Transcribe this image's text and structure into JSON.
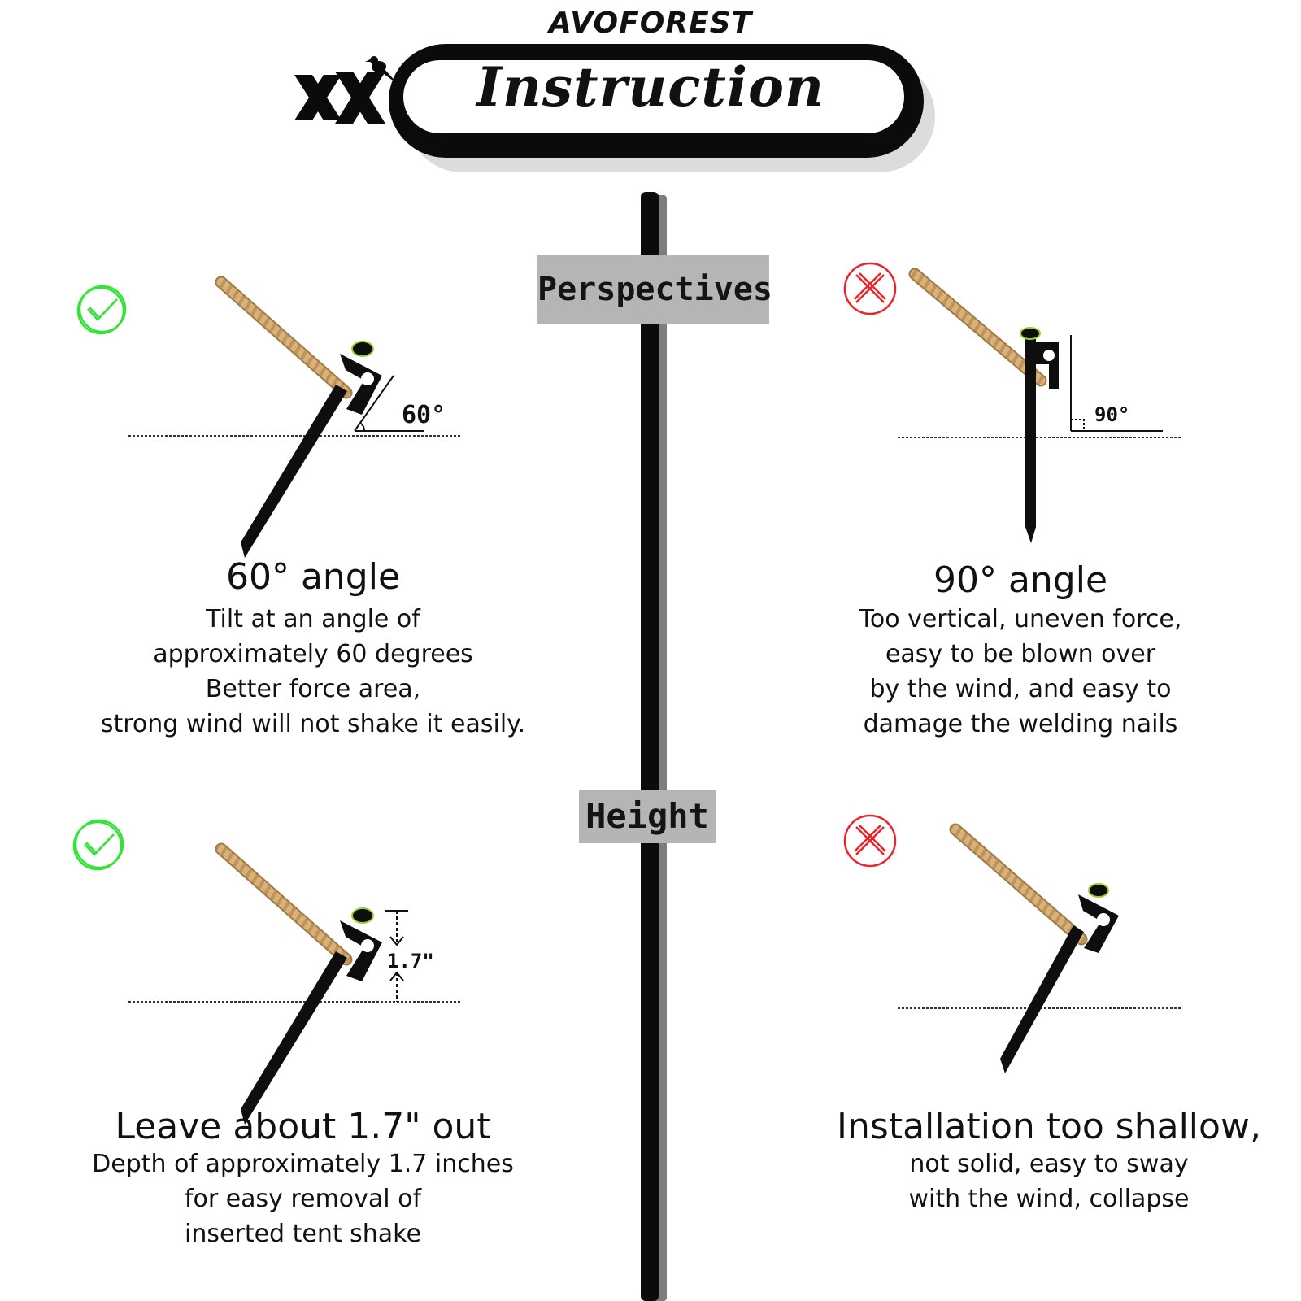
{
  "header": {
    "brand": "AVOFOREST",
    "title": "Instruction"
  },
  "sections": {
    "perspectives_label": "Perspectives",
    "height_label": "Height"
  },
  "panels": {
    "top_left": {
      "status": "correct",
      "angle_label": "60°",
      "title": "60°  angle",
      "lines": [
        "Tilt at an angle of",
        "approximately 60 degrees",
        "Better force area,",
        "strong wind will not shake it easily."
      ]
    },
    "top_right": {
      "status": "wrong",
      "angle_label": "90°",
      "title": "90° angle",
      "lines": [
        "Too vertical, uneven force,",
        "easy to be blown over",
        "by the wind, and easy to",
        "damage the welding nails"
      ]
    },
    "bottom_left": {
      "status": "correct",
      "height_label": "1.7\"",
      "title": "Leave about 1.7\" out",
      "lines": [
        "Depth of approximately 1.7 inches",
        "for easy removal of",
        "inserted tent shake"
      ]
    },
    "bottom_right": {
      "status": "wrong",
      "title": "Installation too shallow,",
      "lines": [
        "not solid, easy to sway",
        "with the wind, collapse"
      ]
    }
  },
  "colors": {
    "check": "#36e23a",
    "cross": "#e8252a",
    "rope": "#d7b27a",
    "stake": "#0e0e0e",
    "label_bg": "#b5b5b5"
  },
  "icons": [
    "bird-logo-icon",
    "check-circle-icon",
    "cross-circle-icon",
    "tent-stake-icon",
    "rope-icon"
  ]
}
